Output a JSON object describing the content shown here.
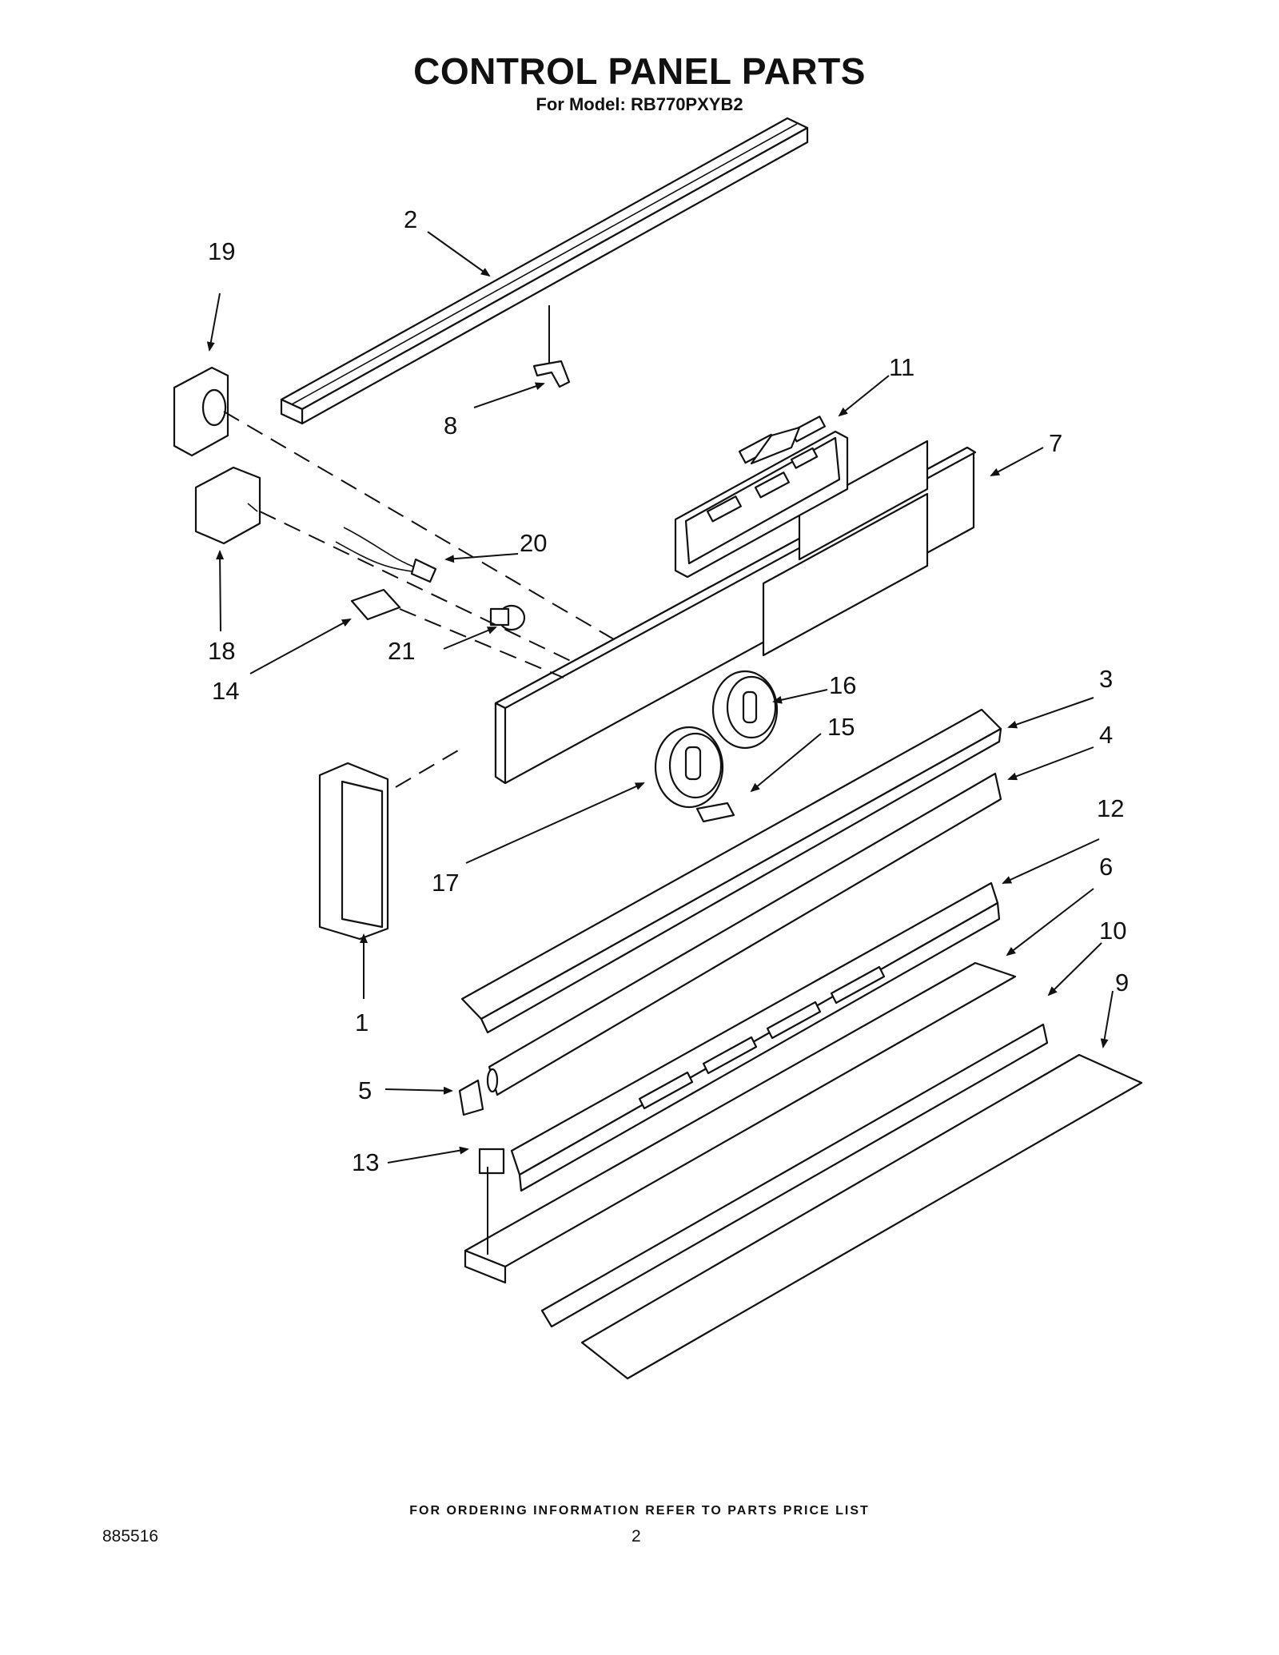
{
  "header": {
    "title": "CONTROL PANEL PARTS",
    "subtitle": "For Model: RB770PXYB2"
  },
  "callouts": {
    "c1": "1",
    "c2": "2",
    "c3": "3",
    "c4": "4",
    "c5": "5",
    "c6": "6",
    "c7": "7",
    "c8": "8",
    "c9": "9",
    "c10": "10",
    "c11": "11",
    "c12": "12",
    "c13": "13",
    "c14": "14",
    "c15": "15",
    "c16": "16",
    "c17": "17",
    "c18": "18",
    "c19": "19",
    "c20": "20",
    "c21": "21"
  },
  "footer": {
    "note": "FOR ORDERING INFORMATION REFER TO PARTS PRICE LIST",
    "doc_number": "885516",
    "page_number": "2"
  }
}
